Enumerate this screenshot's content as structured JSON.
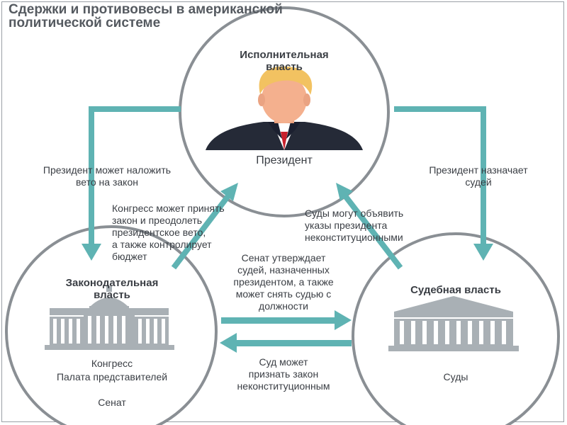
{
  "title": {
    "line1": "Сдержки и противовесы в американской",
    "line2": "политической системе"
  },
  "executive": {
    "heading_line1": "Исполнительная",
    "heading_line2": "власть",
    "person": "Президент"
  },
  "legislative": {
    "heading_line1": "Законодательная",
    "heading_line2": "власть",
    "members": [
      "Конгресс",
      "Палата представителей",
      "Сенат"
    ]
  },
  "judicial": {
    "heading": "Судебная власть",
    "members": [
      "Суды"
    ]
  },
  "relations": {
    "veto": [
      "Президент может наложить",
      "вето на закон"
    ],
    "override": [
      "Конгресс может принять",
      "закон и преодолеть",
      "президентское вето,",
      "а также контролирует",
      "бюджет"
    ],
    "appoint": [
      "Президент назначает",
      "судей"
    ],
    "unconstitutional_orders": [
      "Суды могут объявить",
      "указы президента",
      "неконституционными"
    ],
    "senate_confirms": [
      "Сенат утверждает",
      "судей, назначенных",
      "президентом, а также",
      "может снять судью с",
      "должности"
    ],
    "court_law": [
      "Суд может",
      "признать закон",
      "неконституционным"
    ]
  },
  "colors": {
    "arrow": "#5fb3b3",
    "circle_stroke": "#8a8f94",
    "building": "#a9b0b5",
    "suit": "#252a37",
    "hair": "#f2c261",
    "skin": "#f4b08e",
    "tie": "#c8202b",
    "text": "#3a3e44"
  },
  "icons": {
    "executive": "president-portrait-icon",
    "legislative": "capitol-building-icon",
    "judicial": "courthouse-icon"
  }
}
